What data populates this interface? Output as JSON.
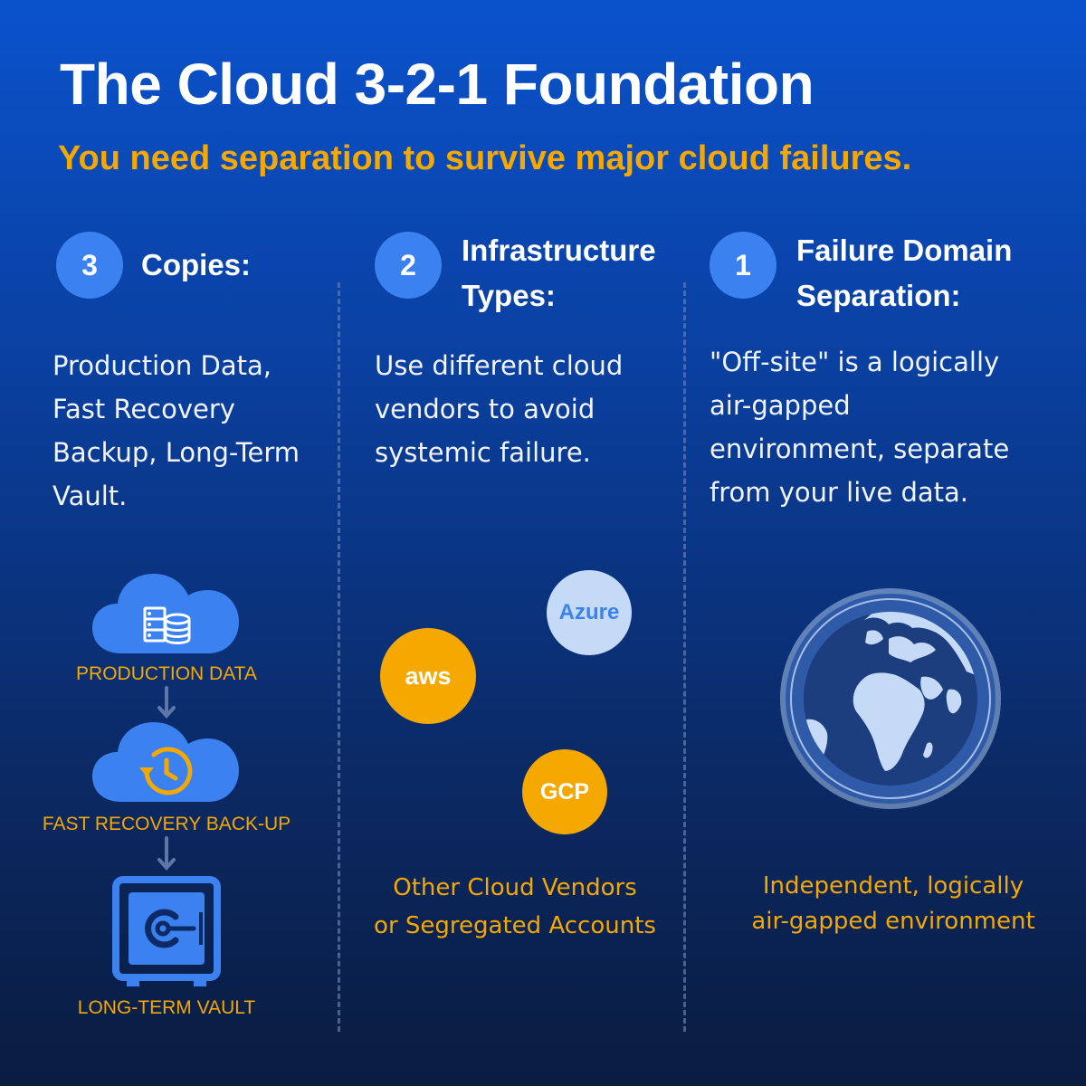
{
  "title": "The Cloud 3-2-1 Foundation",
  "subtitle": "You need separation to survive major cloud failures.",
  "columns": [
    {
      "number": "3",
      "heading_lines": [
        "Copies:"
      ],
      "body_lines": [
        "Production Data,",
        "Fast Recovery",
        "Backup, Long-Term",
        "Vault."
      ],
      "flow": [
        {
          "label": "PRODUCTION DATA",
          "icon": "cloud-database-icon"
        },
        {
          "label": "FAST RECOVERY BACK-UP",
          "icon": "cloud-history-icon"
        },
        {
          "label": "LONG-TERM VAULT",
          "icon": "vault-safe-icon"
        }
      ]
    },
    {
      "number": "2",
      "heading_lines": [
        "Infrastructure",
        "Types:"
      ],
      "body_lines": [
        "Use different cloud",
        "vendors to avoid",
        "systemic failure."
      ],
      "vendors": [
        {
          "name": "Azure",
          "color": "#c5daf7",
          "text_color": "#3b82f0"
        },
        {
          "name": "aws",
          "color": "#f5a800",
          "text_color": "#ffffff"
        },
        {
          "name": "GCP",
          "color": "#f5a800",
          "text_color": "#ffffff"
        }
      ],
      "caption_lines": [
        "Other Cloud Vendors",
        "or Segregated Accounts"
      ]
    },
    {
      "number": "1",
      "heading_lines": [
        "Failure Domain",
        "Separation:"
      ],
      "body_lines": [
        "\"Off-site\" is a logically",
        "air-gapped",
        "environment, separate",
        "from your live data."
      ],
      "caption_lines": [
        "Independent, logically",
        "air-gapped environment"
      ],
      "icon": "globe-icon"
    }
  ],
  "colors": {
    "accent": "#f5a800",
    "badge": "#3b82f0",
    "icon_blue": "#3b82f0",
    "globe_land": "#c5daf7"
  }
}
